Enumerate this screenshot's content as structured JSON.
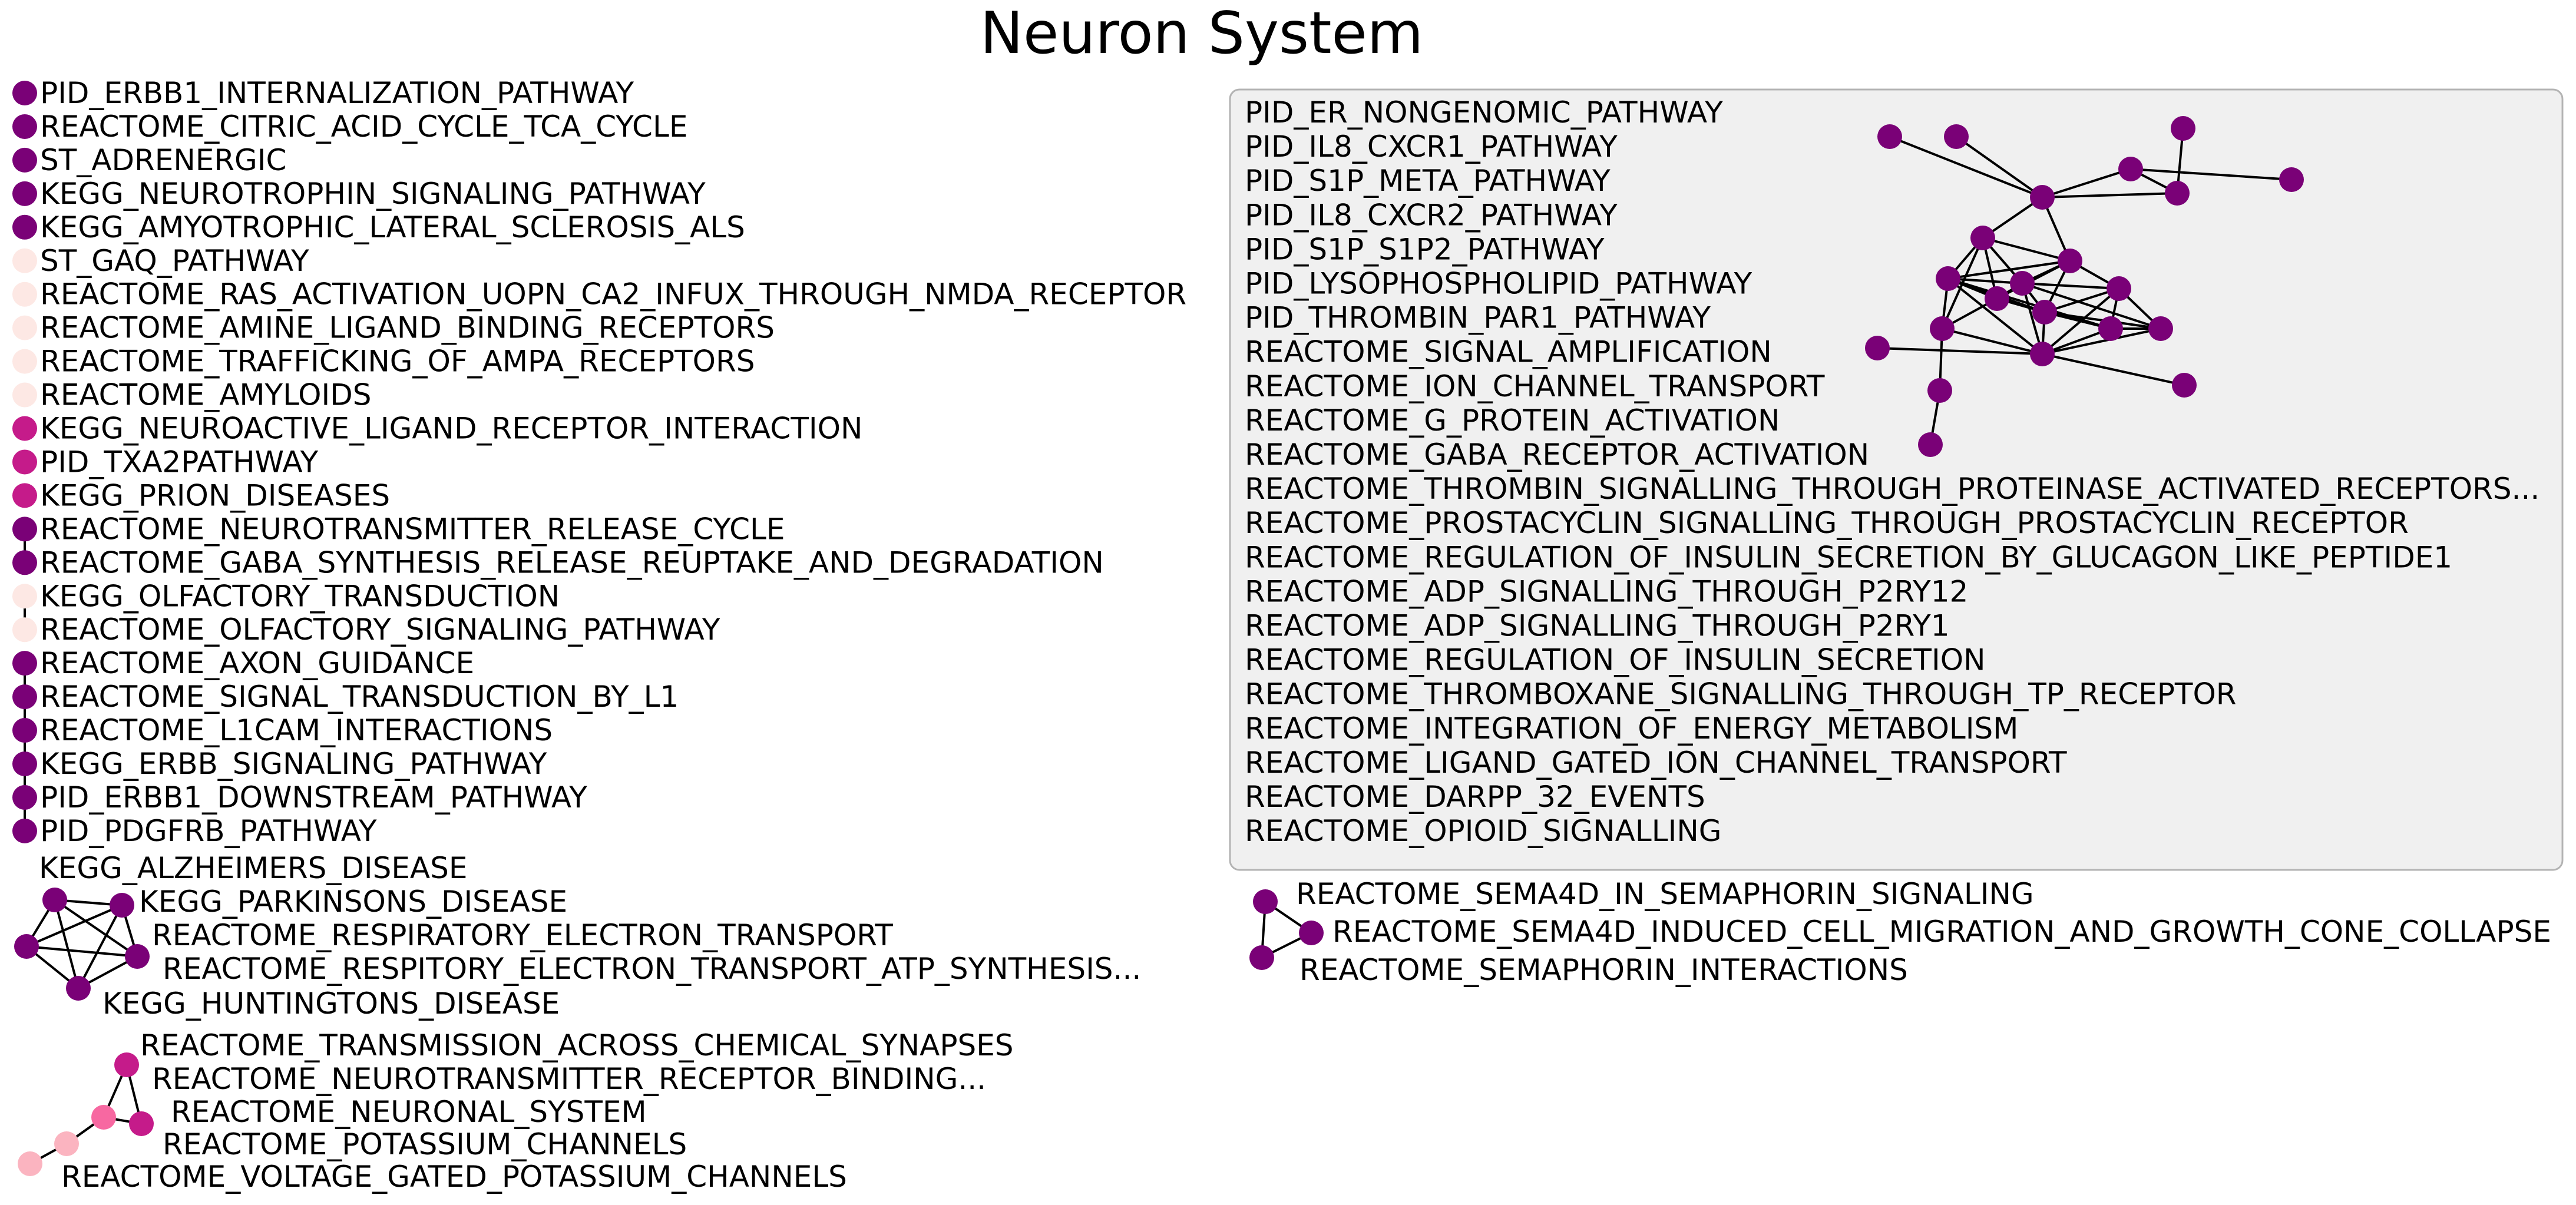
{
  "title": "Neuron System",
  "colors": {
    "dark_purple": "#7a0177",
    "magenta": "#c51b8a",
    "pink": "#f768a1",
    "light_pink": "#fbb4c0",
    "pale": "#fde8e4",
    "box_fill": "#f0f0f0",
    "box_stroke": "#b3b3b3",
    "edge": "#000000"
  },
  "left_list": [
    {
      "label": "PID_ERBB1_INTERNALIZATION_PATHWAY",
      "color": "dark_purple"
    },
    {
      "label": "REACTOME_CITRIC_ACID_CYCLE_TCA_CYCLE",
      "color": "dark_purple"
    },
    {
      "label": "ST_ADRENERGIC",
      "color": "dark_purple"
    },
    {
      "label": "KEGG_NEUROTROPHIN_SIGNALING_PATHWAY",
      "color": "dark_purple"
    },
    {
      "label": "KEGG_AMYOTROPHIC_LATERAL_SCLEROSIS_ALS",
      "color": "dark_purple"
    },
    {
      "label": "ST_GAQ_PATHWAY",
      "color": "pale"
    },
    {
      "label": "REACTOME_RAS_ACTIVATION_UOPN_CA2_INFUX_THROUGH_NMDA_RECEPTOR",
      "color": "pale"
    },
    {
      "label": "REACTOME_AMINE_LIGAND_BINDING_RECEPTORS",
      "color": "pale"
    },
    {
      "label": "REACTOME_TRAFFICKING_OF_AMPA_RECEPTORS",
      "color": "pale"
    },
    {
      "label": "REACTOME_AMYLOIDS",
      "color": "pale"
    },
    {
      "label": "KEGG_NEUROACTIVE_LIGAND_RECEPTOR_INTERACTION",
      "color": "magenta"
    },
    {
      "label": "PID_TXA2PATHWAY",
      "color": "magenta"
    },
    {
      "label": "KEGG_PRION_DISEASES",
      "color": "magenta"
    },
    {
      "label": "REACTOME_NEUROTRANSMITTER_RELEASE_CYCLE",
      "color": "dark_purple"
    },
    {
      "label": "REACTOME_GABA_SYNTHESIS_RELEASE_REUPTAKE_AND_DEGRADATION",
      "color": "dark_purple"
    },
    {
      "label": "KEGG_OLFACTORY_TRANSDUCTION",
      "color": "pale"
    },
    {
      "label": "REACTOME_OLFACTORY_SIGNALING_PATHWAY",
      "color": "pale"
    },
    {
      "label": "REACTOME_AXON_GUIDANCE",
      "color": "dark_purple"
    },
    {
      "label": "REACTOME_SIGNAL_TRANSDUCTION_BY_L1",
      "color": "dark_purple"
    },
    {
      "label": "REACTOME_L1CAM_INTERACTIONS",
      "color": "dark_purple"
    },
    {
      "label": "KEGG_ERBB_SIGNALING_PATHWAY",
      "color": "dark_purple"
    },
    {
      "label": "PID_ERBB1_DOWNSTREAM_PATHWAY",
      "color": "dark_purple"
    },
    {
      "label": "PID_PDGFRB_PATHWAY",
      "color": "dark_purple"
    }
  ],
  "left_list_edges": [
    [
      13,
      14
    ],
    [
      15,
      16
    ],
    [
      17,
      18
    ],
    [
      18,
      19
    ],
    [
      19,
      20
    ],
    [
      20,
      21
    ],
    [
      21,
      22
    ]
  ],
  "cluster_disease": {
    "labels": [
      "KEGG_ALZHEIMERS_DISEASE",
      "KEGG_PARKINSONS_DISEASE",
      "REACTOME_RESPIRATORY_ELECTRON_TRANSPORT",
      "REACTOME_RESPITORY_ELECTRON_TRANSPORT_ATP_SYNTHESIS...",
      "KEGG_HUNTINGTONS_DISEASE"
    ],
    "color": "dark_purple"
  },
  "cluster_synapse": {
    "labels": [
      "REACTOME_TRANSMISSION_ACROSS_CHEMICAL_SYNAPSES",
      "REACTOME_NEUROTRANSMITTER_RECEPTOR_BINDING...",
      "REACTOME_NEURONAL_SYSTEM",
      "REACTOME_POTASSIUM_CHANNELS",
      "REACTOME_VOLTAGE_GATED_POTASSIUM_CHANNELS"
    ],
    "node_colors": [
      "magenta",
      "pink",
      "magenta",
      "light_pink",
      "light_pink"
    ]
  },
  "box_cluster": {
    "labels": [
      "PID_ER_NONGENOMIC_PATHWAY",
      "PID_IL8_CXCR1_PATHWAY",
      "PID_S1P_META_PATHWAY",
      "PID_IL8_CXCR2_PATHWAY",
      "PID_S1P_S1P2_PATHWAY",
      "PID_LYSOPHOSPHOLIPID_PATHWAY",
      "PID_THROMBIN_PAR1_PATHWAY",
      "REACTOME_SIGNAL_AMPLIFICATION",
      "REACTOME_ION_CHANNEL_TRANSPORT",
      "REACTOME_G_PROTEIN_ACTIVATION",
      "REACTOME_GABA_RECEPTOR_ACTIVATION",
      "REACTOME_THROMBIN_SIGNALLING_THROUGH_PROTEINASE_ACTIVATED_RECEPTORS...",
      "REACTOME_PROSTACYCLIN_SIGNALLING_THROUGH_PROSTACYCLIN_RECEPTOR",
      "REACTOME_REGULATION_OF_INSULIN_SECRETION_BY_GLUCAGON_LIKE_PEPTIDE1",
      "REACTOME_ADP_SIGNALLING_THROUGH_P2RY12",
      "REACTOME_ADP_SIGNALLING_THROUGH_P2RY1",
      "REACTOME_REGULATION_OF_INSULIN_SECRETION",
      "REACTOME_THROMBOXANE_SIGNALLING_THROUGH_TP_RECEPTOR",
      "REACTOME_INTEGRATION_OF_ENERGY_METABOLISM",
      "REACTOME_LIGAND_GATED_ION_CHANNEL_TRANSPORT",
      "REACTOME_DARPP_32_EVENTS",
      "REACTOME_OPIOID_SIGNALLING"
    ],
    "node_color": "dark_purple"
  },
  "cluster_sema": {
    "labels": [
      "REACTOME_SEMA4D_IN_SEMAPHORIN_SIGNALING",
      "REACTOME_SEMA4D_INDUCED_CELL_MIGRATION_AND_GROWTH_CONE_COLLAPSE",
      "REACTOME_SEMAPHORIN_INTERACTIONS"
    ],
    "color": "dark_purple"
  }
}
